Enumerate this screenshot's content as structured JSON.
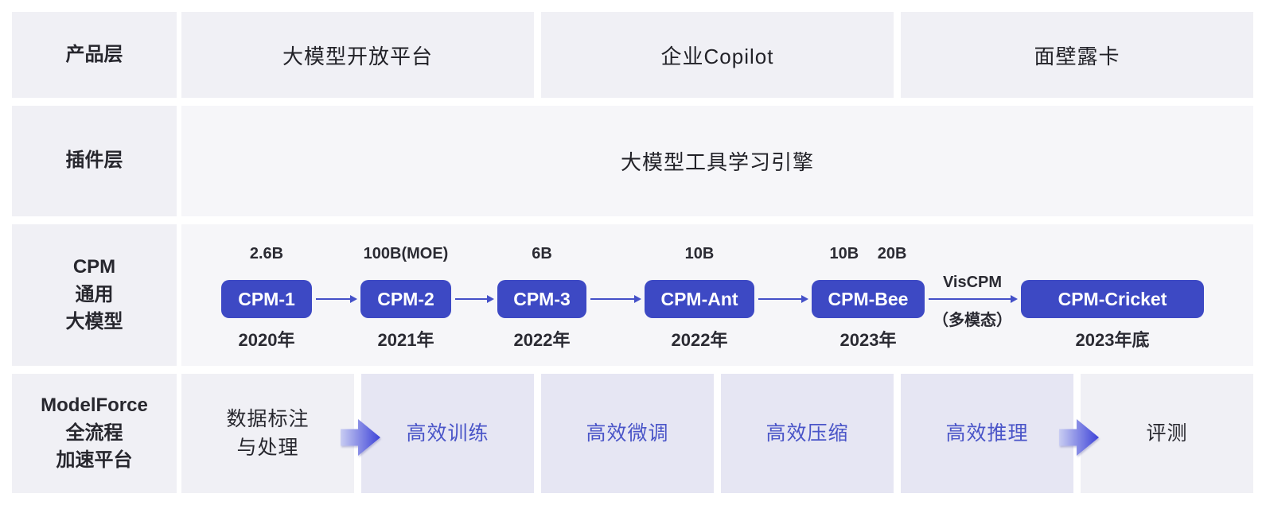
{
  "diagram": {
    "product_row": {
      "label": "产品层",
      "cells": [
        "大模型开放平台",
        "企业Copilot",
        "面壁露卡"
      ]
    },
    "plugin_row": {
      "label": "插件层",
      "cell": "大模型工具学习引擎"
    },
    "cpm_row": {
      "label_lines": [
        "CPM",
        "通用",
        "大模型"
      ],
      "nodes": [
        {
          "name": "CPM-1",
          "size": "2.6B",
          "year": "2020年"
        },
        {
          "name": "CPM-2",
          "size": "100B(MOE)",
          "year": "2021年"
        },
        {
          "name": "CPM-3",
          "size": "6B",
          "year": "2022年"
        },
        {
          "name": "CPM-Ant",
          "size": "10B",
          "year": "2022年"
        },
        {
          "name": "CPM-Bee",
          "size": "10B 20B",
          "year": "2023年"
        },
        {
          "name": "CPM-Cricket",
          "size": "",
          "year": "2023年底"
        }
      ],
      "vis_label_top": "VisCPM",
      "vis_label_bottom": "（多模态）"
    },
    "modelforce_row": {
      "label_lines": [
        "ModelForce",
        "全流程",
        "加速平台"
      ],
      "steps": [
        {
          "line1": "数据标注",
          "line2": "与处理"
        },
        {
          "line1": "高效训练",
          "line2": ""
        },
        {
          "line1": "高效微调",
          "line2": ""
        },
        {
          "line1": "高效压缩",
          "line2": ""
        },
        {
          "line1": "高效推理",
          "line2": ""
        },
        {
          "line1": "评测",
          "line2": ""
        }
      ]
    },
    "colors": {
      "node_blue": "#3d49c4",
      "accent_text_blue": "#4a55c8",
      "cell_gray": "#f0f0f5",
      "cell_light": "#f6f6f9",
      "cell_lavender": "#e6e6f3",
      "arrow_blue": "#4450c8",
      "arrow_gradient_start": "#c9cdf2",
      "arrow_gradient_end": "#3d43d8",
      "dark_text": "#27272e"
    }
  }
}
